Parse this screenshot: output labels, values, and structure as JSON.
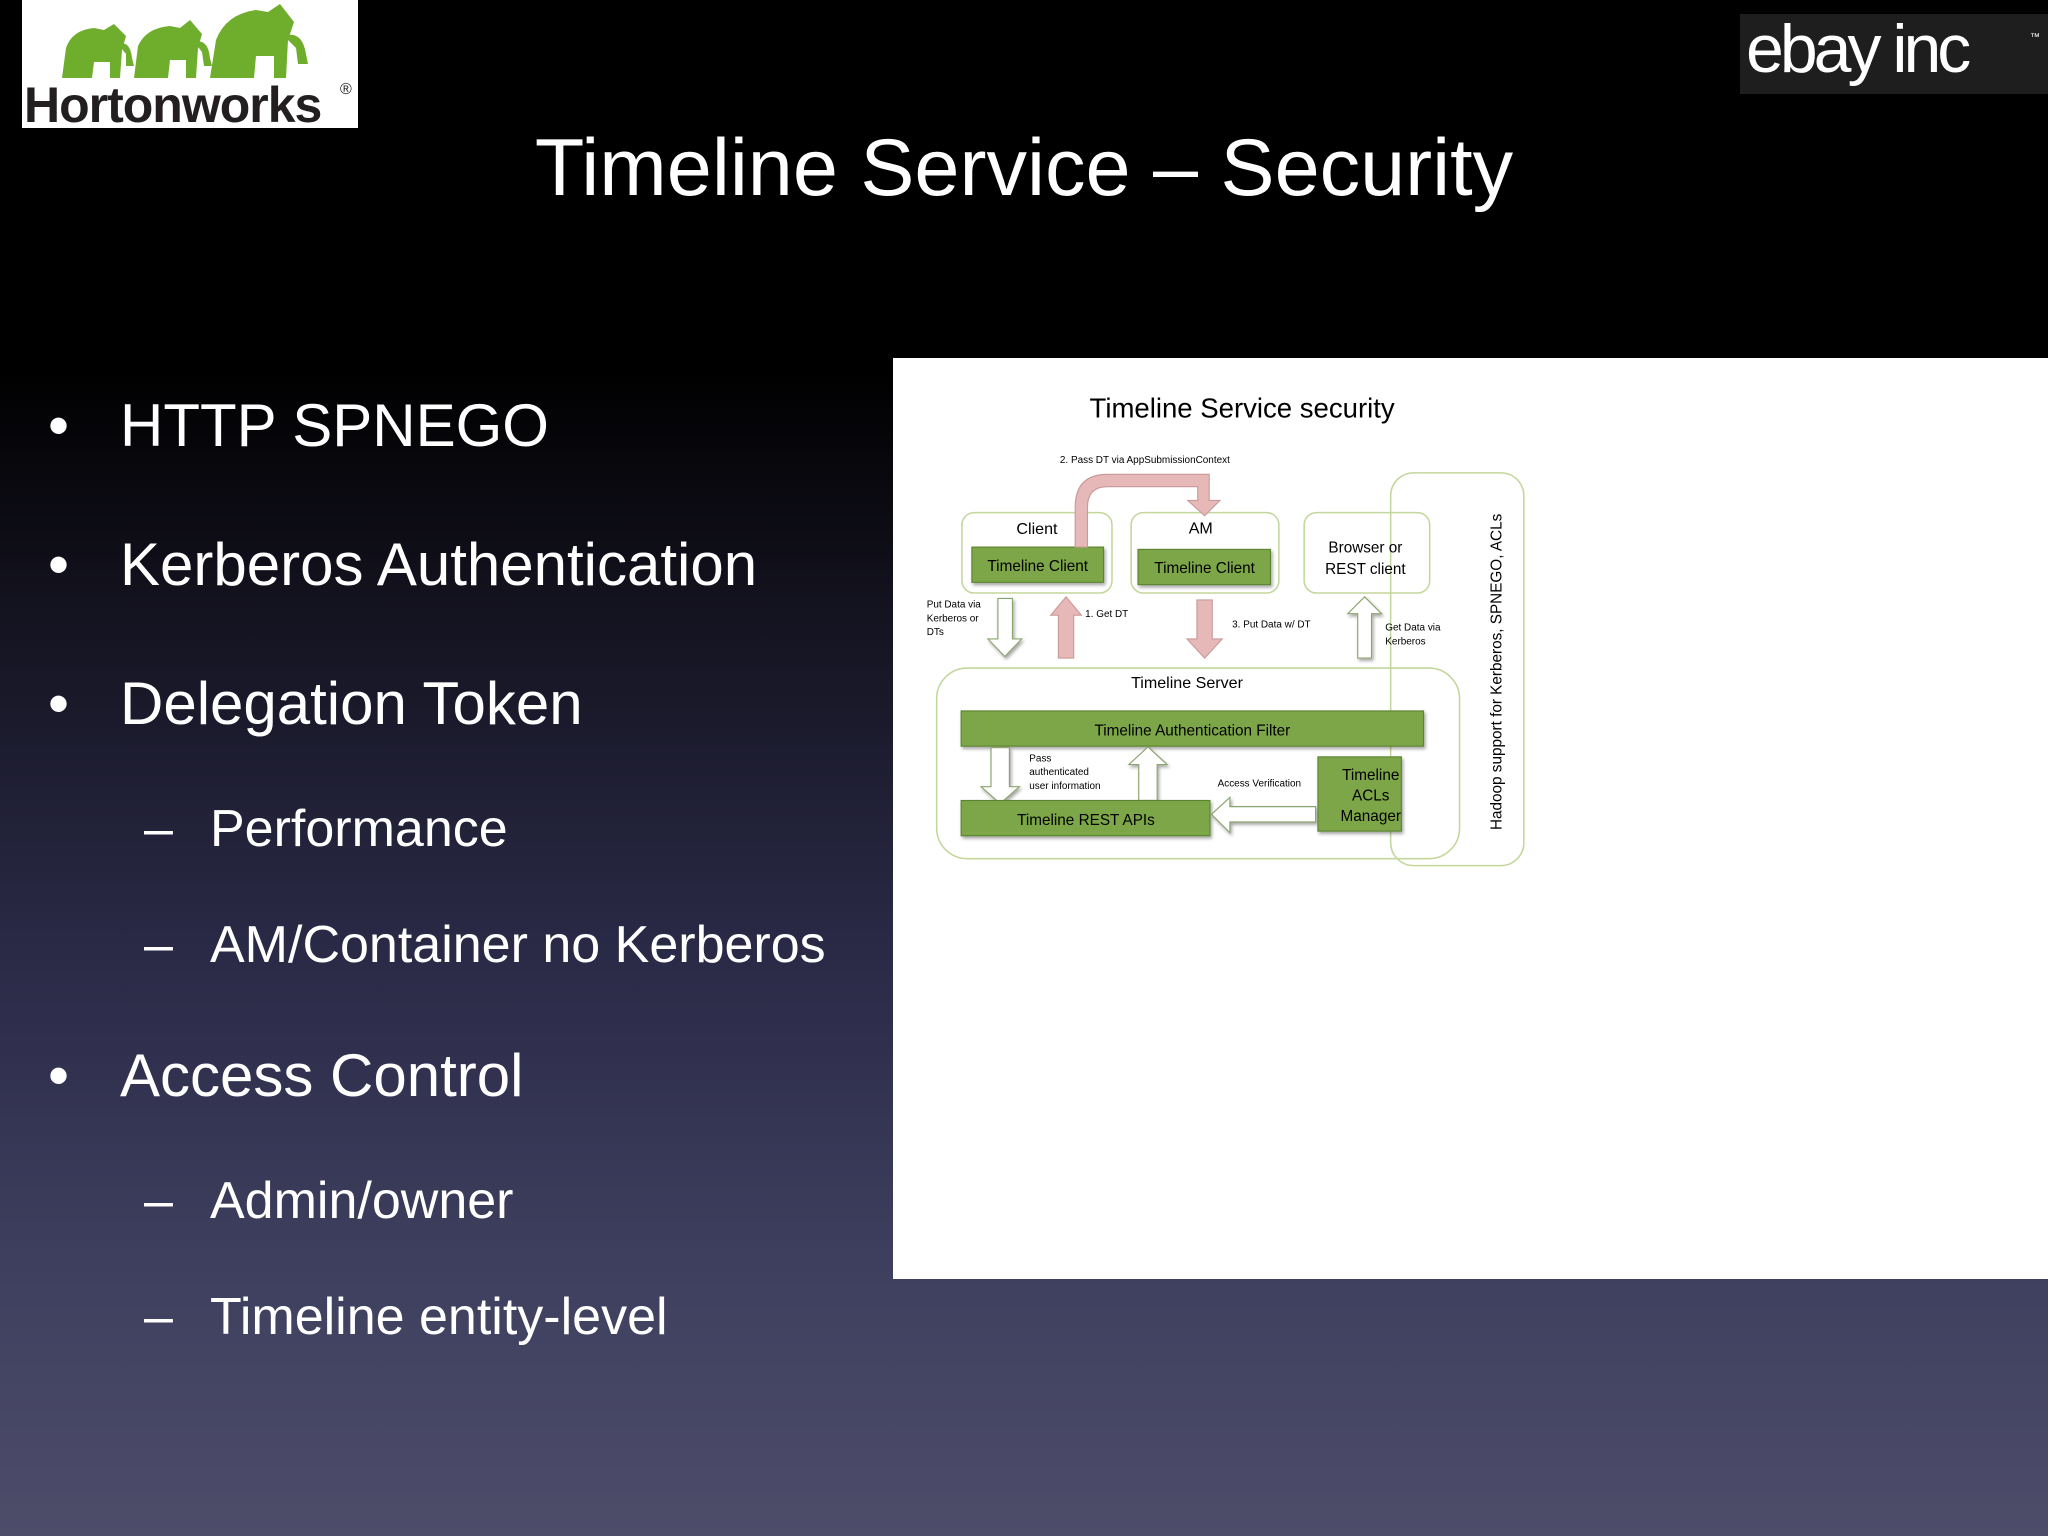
{
  "slide": {
    "title": "Timeline Service – Security",
    "bullets": [
      {
        "text": "HTTP SPNEGO",
        "level": 1
      },
      {
        "text": "Kerberos Authentication",
        "level": 1
      },
      {
        "text": "Delegation Token",
        "level": 1
      },
      {
        "text": "Performance",
        "level": 2
      },
      {
        "text": "AM/Container no Kerberos",
        "level": 2
      },
      {
        "text": "Access Control",
        "level": 1
      },
      {
        "text": "Admin/owner",
        "level": 2
      },
      {
        "text": "Timeline entity-level",
        "level": 2
      }
    ],
    "bullet_marker": "•",
    "sub_bullet_marker": "–"
  },
  "logos": {
    "hortonworks": {
      "text": "Hortonworks",
      "mark": "®",
      "color": "#6fae2d"
    },
    "ebay": {
      "text": "ebay inc",
      "mark": "™"
    }
  },
  "diagram": {
    "title": "Timeline Service security",
    "client": {
      "label": "Client",
      "inner": "Timeline Client"
    },
    "am": {
      "label": "AM",
      "inner": "Timeline Client"
    },
    "browser": {
      "label_line1": "Browser or",
      "label_line2": "REST client"
    },
    "server": {
      "label": "Timeline Server",
      "auth_filter": "Timeline Authentication Filter",
      "rest_apis": "Timeline REST APIs",
      "acls_line1": "Timeline",
      "acls_line2": "ACLs",
      "acls_line3": "Manager"
    },
    "arrows": {
      "pass_dt": "2. Pass DT via AppSubmissionContext",
      "get_dt": "1. Get DT",
      "put_dt": "3. Put Data w/ DT",
      "put_kerberos_line1": "Put Data via",
      "put_kerberos_line2": "Kerberos or",
      "put_kerberos_line3": "DTs",
      "get_data_line1": "Get Data via",
      "get_data_line2": "Kerberos",
      "pass_auth_line1": "Pass",
      "pass_auth_line2": "authenticated",
      "pass_auth_line3": "user information",
      "access_verification": "Access Verification"
    },
    "hadoop_side": "Hadoop support for Kerberos, SPNEGO, ACLs",
    "colors": {
      "green_box": "#7ba646",
      "green_border": "#5d8430",
      "frame_border": "#c3d69b",
      "pink_arrow": "#e6b9b8",
      "pink_border": "#c99a99"
    }
  }
}
